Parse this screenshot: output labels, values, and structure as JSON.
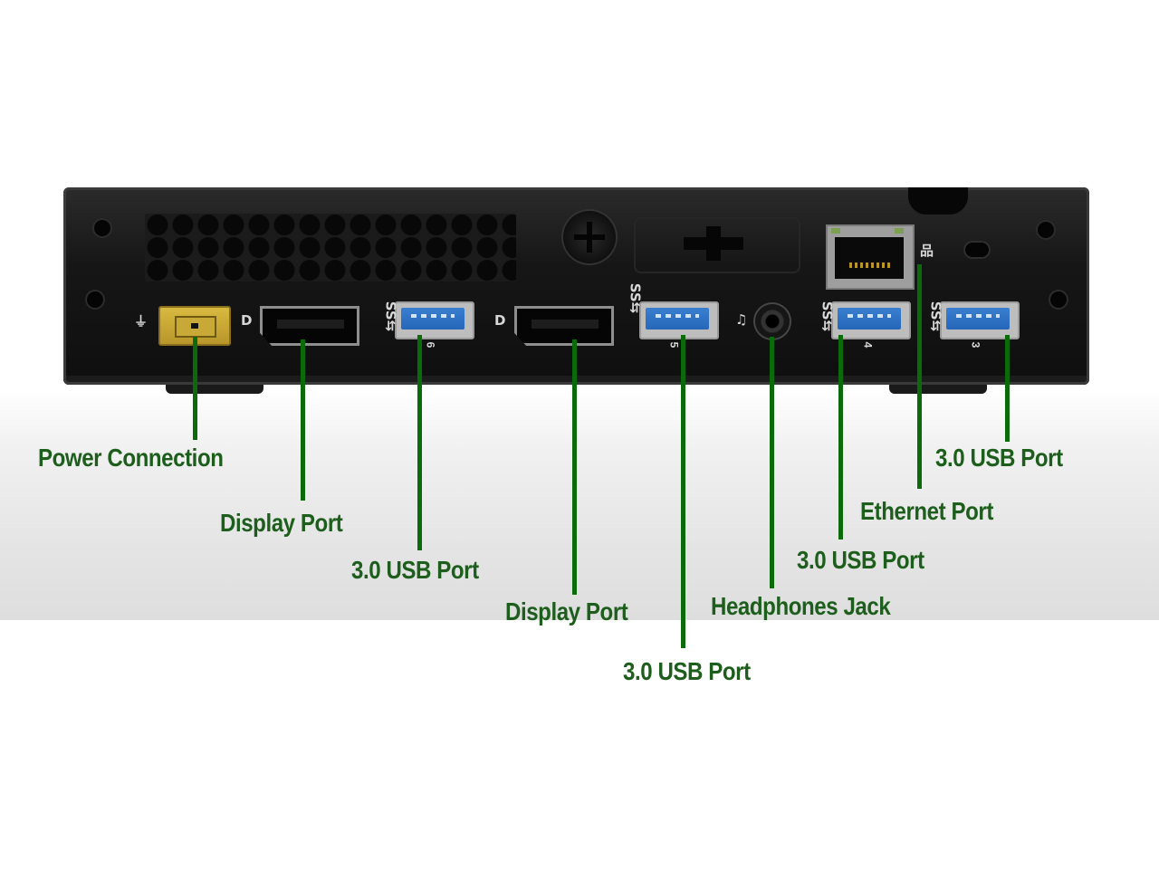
{
  "callouts": [
    {
      "id": "power",
      "label": "Power Connection"
    },
    {
      "id": "display-1",
      "label": "Display Port"
    },
    {
      "id": "usb-6",
      "label": "3.0 USB Port"
    },
    {
      "id": "display-2",
      "label": "Display Port"
    },
    {
      "id": "usb-5",
      "label": "3.0 USB Port"
    },
    {
      "id": "headphones",
      "label": "Headphones Jack"
    },
    {
      "id": "usb-4",
      "label": "3.0 USB Port"
    },
    {
      "id": "ethernet",
      "label": "Ethernet Port"
    },
    {
      "id": "usb-3",
      "label": "3.0 USB Port"
    }
  ],
  "port_numbers": {
    "usb_6": "6",
    "usb_5": "5",
    "usb_4": "4",
    "usb_3": "3"
  },
  "port_glyphs": {
    "power": "⏚",
    "display": "D",
    "usb": "SS⇆",
    "headphones": "♫",
    "network": "品"
  },
  "colors": {
    "callout_text": "#1d5e1d",
    "leader_line": "#0b6b0b",
    "chassis": "#141414",
    "usb_blue": "#2f74c6",
    "power_yellow": "#d1b03a"
  }
}
